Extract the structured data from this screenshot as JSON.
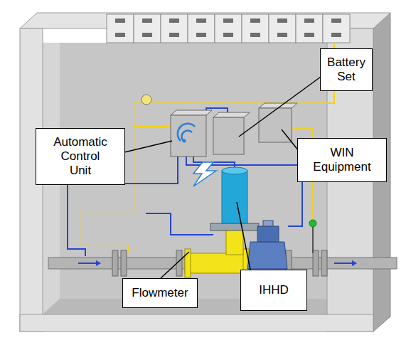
{
  "diagram": {
    "nodes": [
      {
        "text": [
          "Battery Set"
        ]
      },
      {
        "text": [
          "Automatic Control Unit"
        ]
      },
      {
        "text": [
          "WIN Equipment"
        ]
      },
      {
        "text": [
          "Flowmeter"
        ]
      },
      {
        "text": [
          "IHHD"
        ]
      }
    ]
  }
}
